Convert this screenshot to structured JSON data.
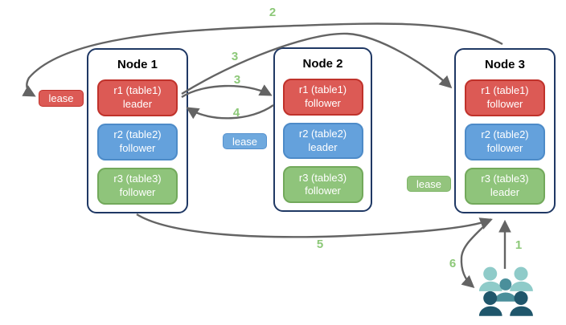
{
  "diagram": {
    "nodes": [
      {
        "title": "Node 1",
        "replicas": [
          {
            "range": "r1 (table1)",
            "role": "leader",
            "color": "red"
          },
          {
            "range": "r2 (table2)",
            "role": "follower",
            "color": "blue"
          },
          {
            "range": "r3 (table3)",
            "role": "follower",
            "color": "green"
          }
        ]
      },
      {
        "title": "Node 2",
        "replicas": [
          {
            "range": "r1 (table1)",
            "role": "follower",
            "color": "red"
          },
          {
            "range": "r2 (table2)",
            "role": "leader",
            "color": "blue"
          },
          {
            "range": "r3 (table3)",
            "role": "follower",
            "color": "green"
          }
        ]
      },
      {
        "title": "Node 3",
        "replicas": [
          {
            "range": "r1 (table1)",
            "role": "follower",
            "color": "red"
          },
          {
            "range": "r2 (table2)",
            "role": "follower",
            "color": "blue"
          },
          {
            "range": "r3 (table3)",
            "role": "leader",
            "color": "green"
          }
        ]
      }
    ],
    "leases": {
      "red": {
        "label": "lease"
      },
      "blue": {
        "label": "lease"
      },
      "green": {
        "label": "lease"
      }
    },
    "steps": {
      "s1": "1",
      "s2": "2",
      "s3a": "3",
      "s3b": "3",
      "s4": "4",
      "s5": "5",
      "s6": "6"
    },
    "icons": {
      "users": "users-group-icon"
    },
    "colors": {
      "red_fill": "#DC5A55",
      "red_border": "#C0322B",
      "blue_fill": "#64A1DC",
      "blue_border": "#4D8BC8",
      "green_fill": "#8FC47B",
      "green_border": "#72A95B",
      "node_border": "#1F3864",
      "arrow": "#646464",
      "step_label": "#8CC878",
      "users_light": "#8FCBC9",
      "users_medium": "#4A8F9B",
      "users_dark": "#1F566B"
    }
  }
}
